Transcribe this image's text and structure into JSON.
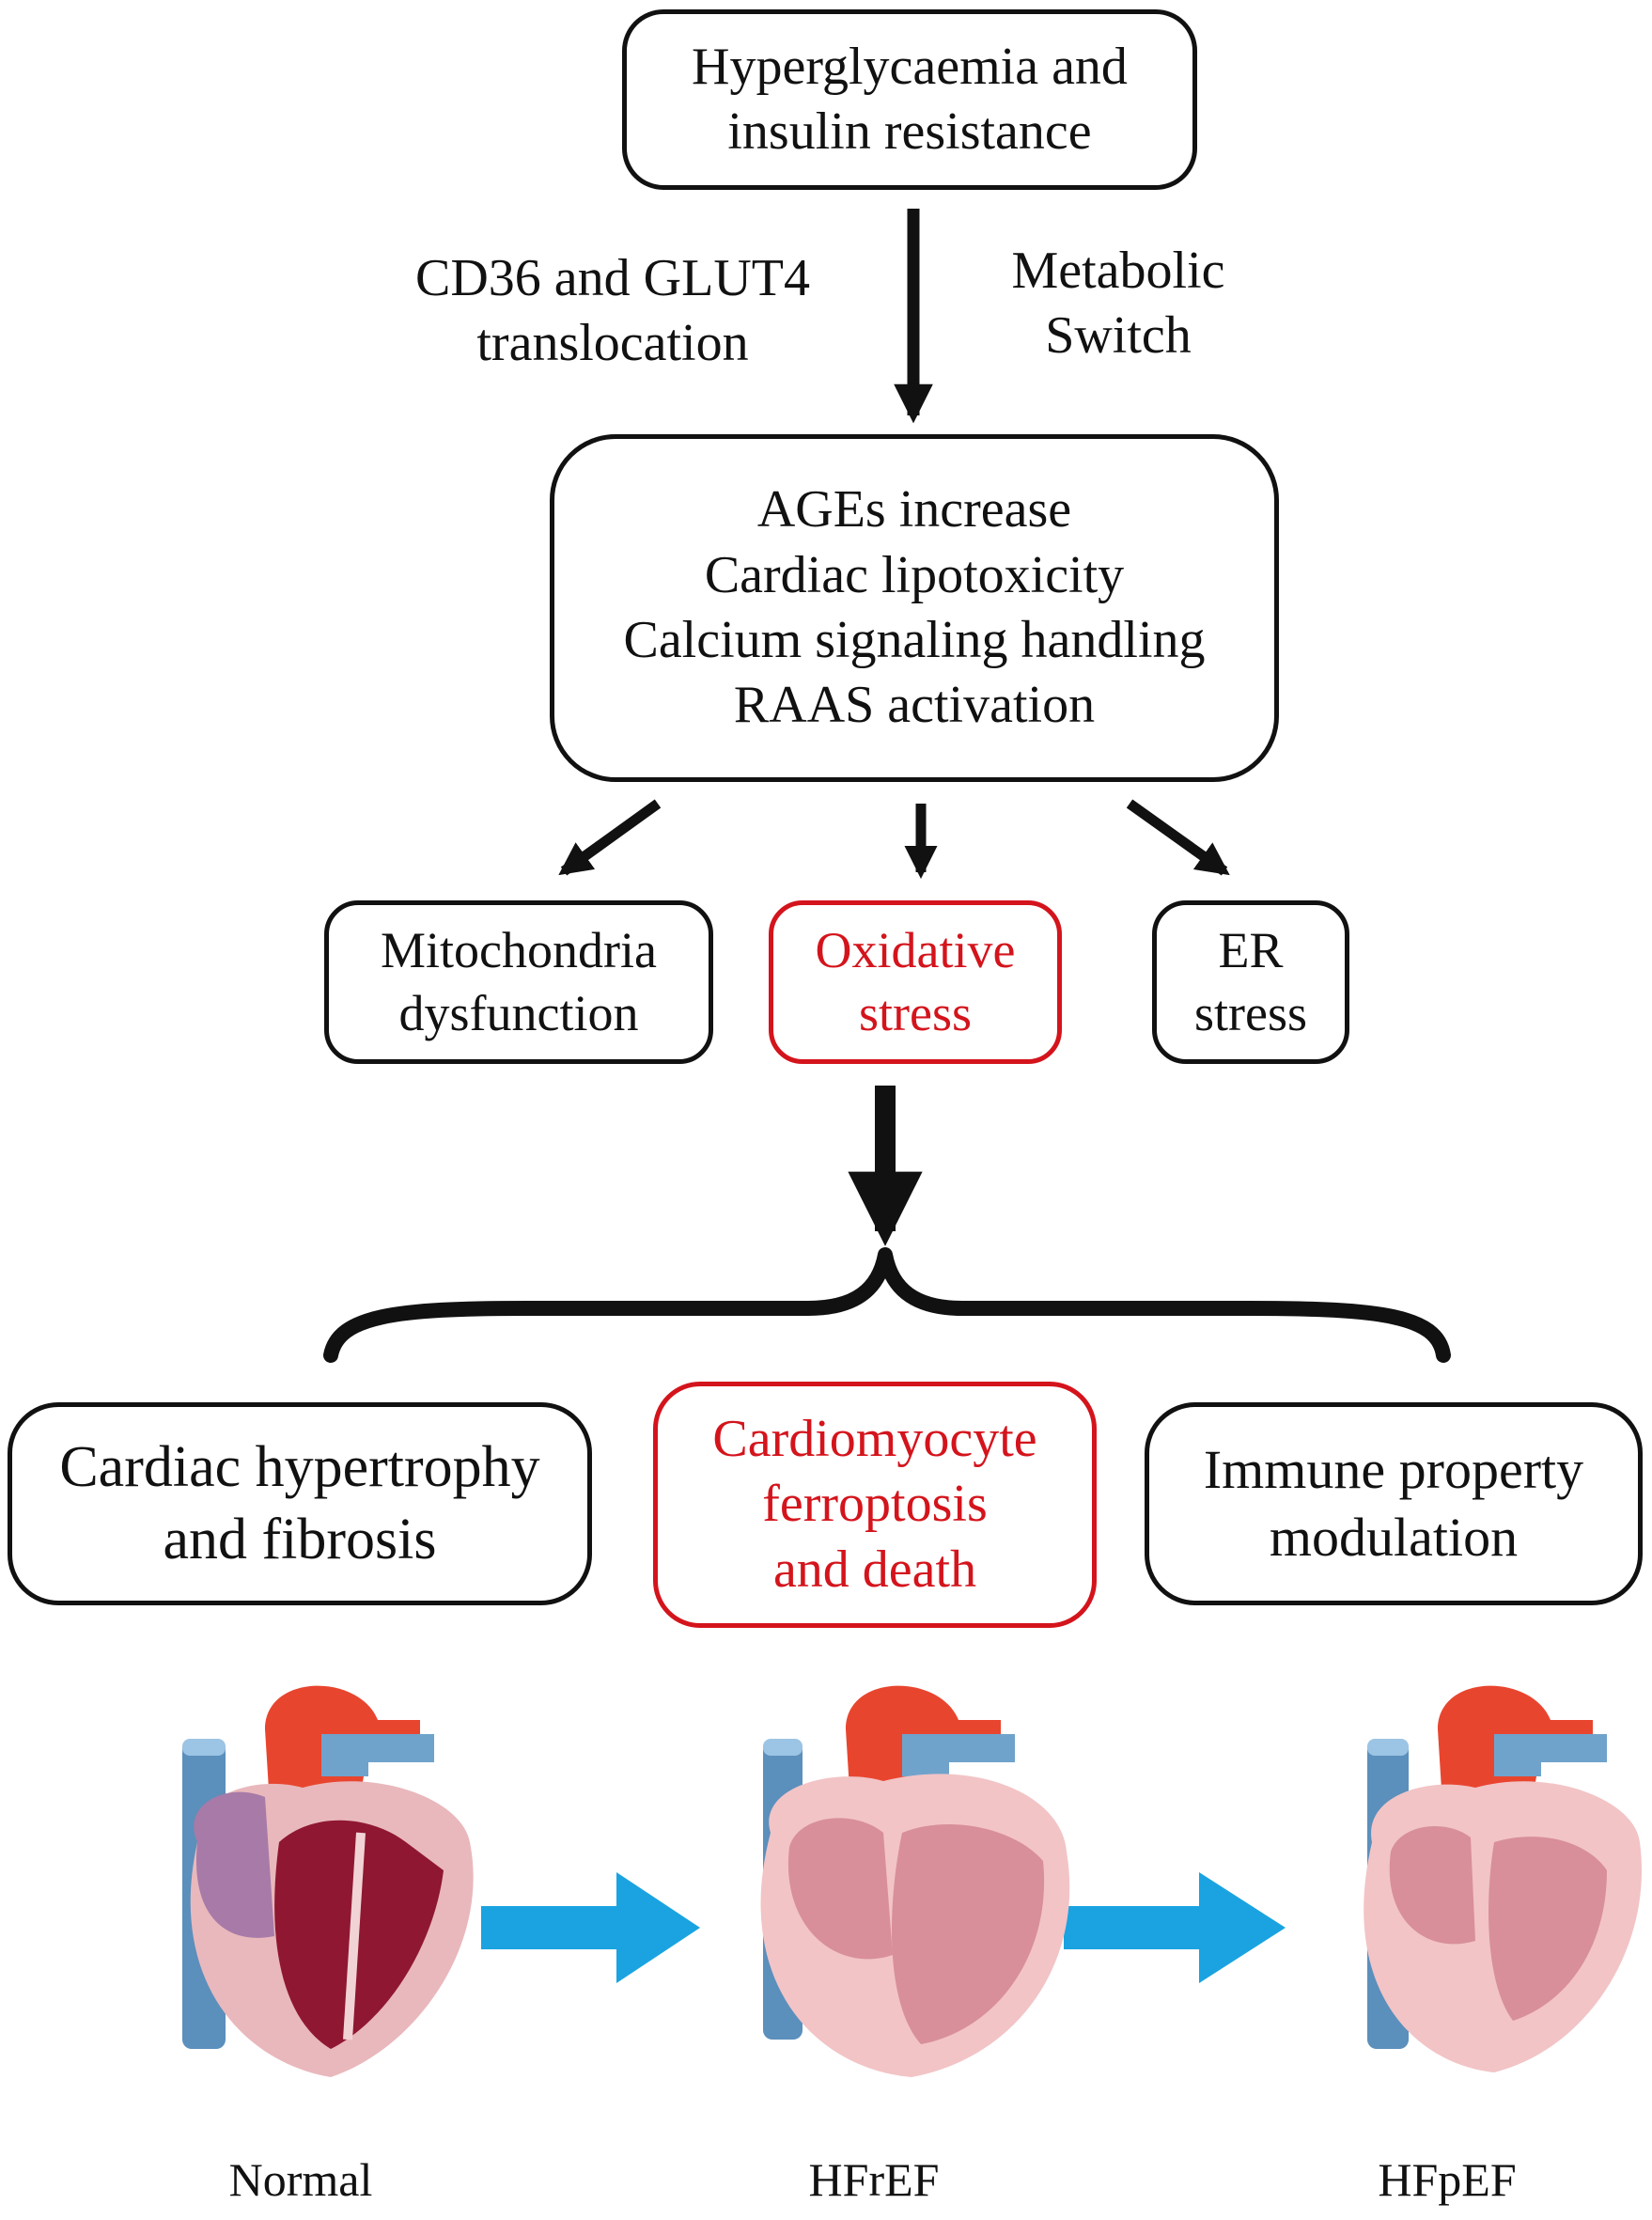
{
  "colors": {
    "red": "#d4141c",
    "blue_arrow": "#1aa3e0",
    "black": "#111111"
  },
  "top_box": {
    "lines": [
      "Hyperglycaemia and",
      "insulin resistance"
    ]
  },
  "left_label": {
    "lines": [
      "CD36 and GLUT4",
      "translocation"
    ]
  },
  "right_label": {
    "lines": [
      "Metabolic",
      "Switch"
    ]
  },
  "mechanisms_box": {
    "lines": [
      "AGEs increase",
      "Cardiac lipotoxicity",
      "Calcium signaling handling",
      "RAAS activation"
    ]
  },
  "stress_boxes": [
    {
      "lines": [
        "Mitochondria",
        "dysfunction"
      ]
    },
    {
      "lines": [
        "Oxidative",
        "stress"
      ]
    },
    {
      "lines": [
        "ER",
        "stress"
      ]
    }
  ],
  "outcome_boxes": [
    {
      "lines": [
        "Cardiac hypertrophy",
        "and fibrosis"
      ]
    },
    {
      "lines": [
        "Cardiomyocyte",
        "ferroptosis",
        "and death"
      ]
    },
    {
      "lines": [
        "Immune property",
        "modulation"
      ]
    }
  ],
  "hearts": [
    {
      "caption": "Normal",
      "icon": "heart-normal"
    },
    {
      "caption": "HFrEF",
      "icon": "heart-hfref"
    },
    {
      "caption": "HFpEF",
      "icon": "heart-hfpef"
    }
  ]
}
